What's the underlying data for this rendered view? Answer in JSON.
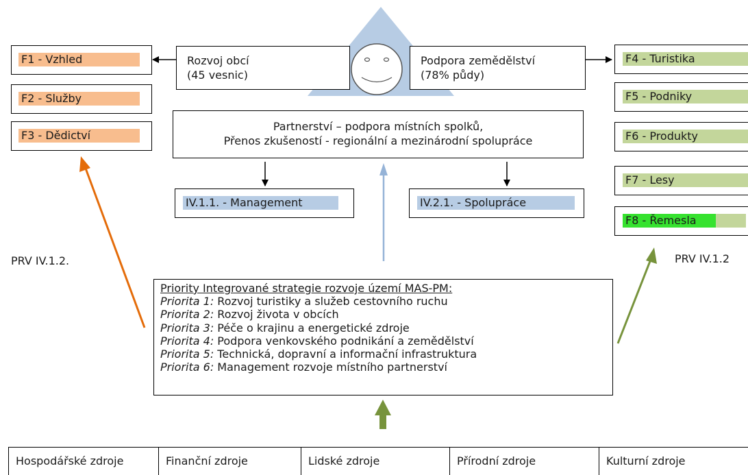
{
  "center": {
    "left_box": {
      "line1": "Rozvoj obcí",
      "line2": "(45 vesnic)"
    },
    "right_box": {
      "line1": "Podpora zemědělství",
      "line2": "(78% půdy)"
    },
    "partnership": {
      "line1": "Partnerství – podpora místních spolků,",
      "line2": "Přenos zkušeností - regionální a mezinárodní spolupráce"
    },
    "measure_left": "IV.1.1. - Management",
    "measure_right": "IV.2.1. - Spolupráce"
  },
  "left_items": [
    "F1 - Vzhled",
    "F2 - Služby",
    "F3 - Dědictví"
  ],
  "right_items": [
    "F4 - Turistika",
    "F5 - Podniky",
    "F6 - Produkty",
    "F7 - Lesy",
    "F8 - Řemesla"
  ],
  "prv_left": "PRV IV.1.2.",
  "prv_right": "PRV IV.1.2",
  "priorities": {
    "title": "Priority Integrované strategie rozvoje území MAS-PM:",
    "items": [
      {
        "label": "Priorita 1:",
        "text": " Rozvoj turistiky a služeb cestovního ruchu"
      },
      {
        "label": "Priorita 2:",
        "text": " Rozvoj života v obcích"
      },
      {
        "label": "Priorita 3:",
        "text": " Péče o krajinu a energetické zdroje"
      },
      {
        "label": "Priorita 4:",
        "text": " Podpora venkovského podnikání a zemědělství"
      },
      {
        "label": "Priorita 5:",
        "text": " Technická, dopravní a informační infrastruktura"
      },
      {
        "label": "Priorita 6:",
        "text": " Management rozvoje místního partnerství"
      }
    ]
  },
  "resources": [
    "Hospodářské zdroje",
    "Finanční zdroje",
    "Lidské zdroje",
    "Přírodní zdroje",
    "Kulturní zdroje"
  ],
  "colors": {
    "triangle": "#b7cce4",
    "orange_fill": "#f8bd8e",
    "green_fill": "#c3d69b",
    "bright_green_fill": "#36e22f",
    "blue_fill": "#b7cce4",
    "orange_arrow": "#e46c0a",
    "green_arrow": "#77933c",
    "blue_arrow": "#95b3d7"
  },
  "icons": [
    "smiley-face-icon",
    "triangle-shape"
  ]
}
